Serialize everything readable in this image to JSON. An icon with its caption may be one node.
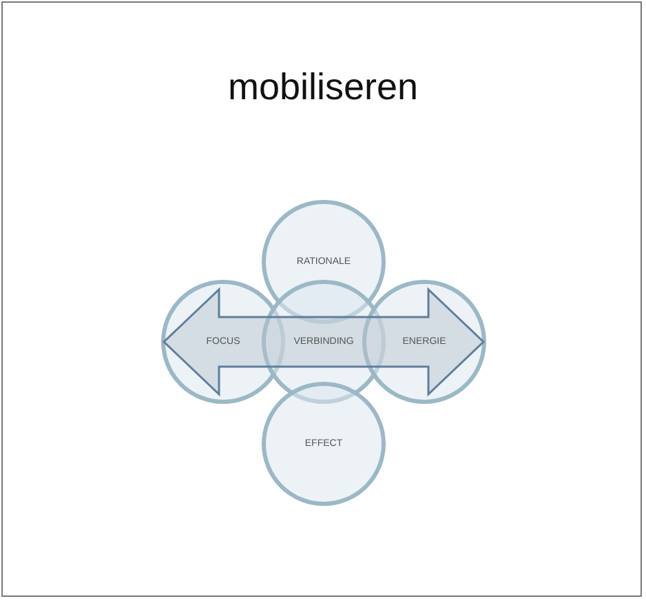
{
  "diagram": {
    "title": "mobiliseren",
    "nodes": [
      {
        "text": [
          "RATIONALE"
        ]
      },
      {
        "text": [
          "FOCUS"
        ]
      },
      {
        "text": [
          "VERBINDING"
        ]
      },
      {
        "text": [
          "ENERGIE"
        ]
      },
      {
        "text": [
          "EFFECT"
        ]
      }
    ],
    "edges": [
      {
        "from": 1,
        "to": 3,
        "arrow": "both"
      }
    ]
  }
}
